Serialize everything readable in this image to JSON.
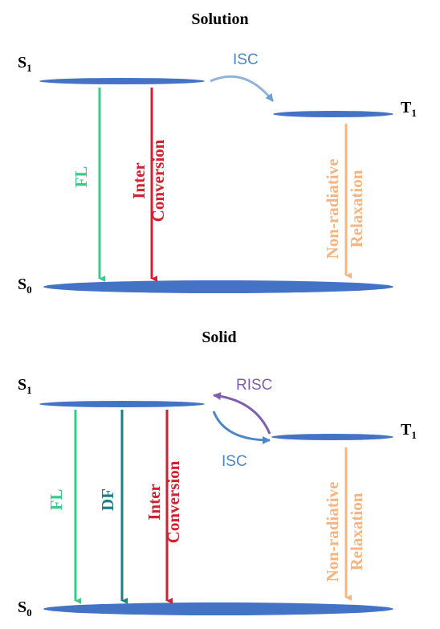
{
  "colors": {
    "level": "#4472c4",
    "fl": "#3cc98a",
    "df": "#1f7f86",
    "ic": "#d4202e",
    "nr": "#f5b583",
    "isc": "#4a86c8",
    "isc_light": "#8fb4dc",
    "risc": "#7f5fae"
  },
  "panels": {
    "solution": {
      "title": "Solution",
      "s1_main": "S",
      "s1_sub": "1",
      "s0_main": "S",
      "s0_sub": "0",
      "t1_main": "T",
      "t1_sub": "1",
      "isc": "ISC",
      "fl": "FL",
      "ic_line1": "Inter",
      "ic_line2": "Conversion",
      "nr_line1": "Non-radiative",
      "nr_line2": "Relaxation"
    },
    "solid": {
      "title": "Solid",
      "s1_main": "S",
      "s1_sub": "1",
      "s0_main": "S",
      "s0_sub": "0",
      "t1_main": "T",
      "t1_sub": "1",
      "risc": "RISC",
      "isc": "ISC",
      "fl": "FL",
      "df": "DF",
      "ic_line1": "Inter",
      "ic_line2": "Conversion",
      "nr_line1": "Non-radiative",
      "nr_line2": "Relaxation"
    }
  }
}
